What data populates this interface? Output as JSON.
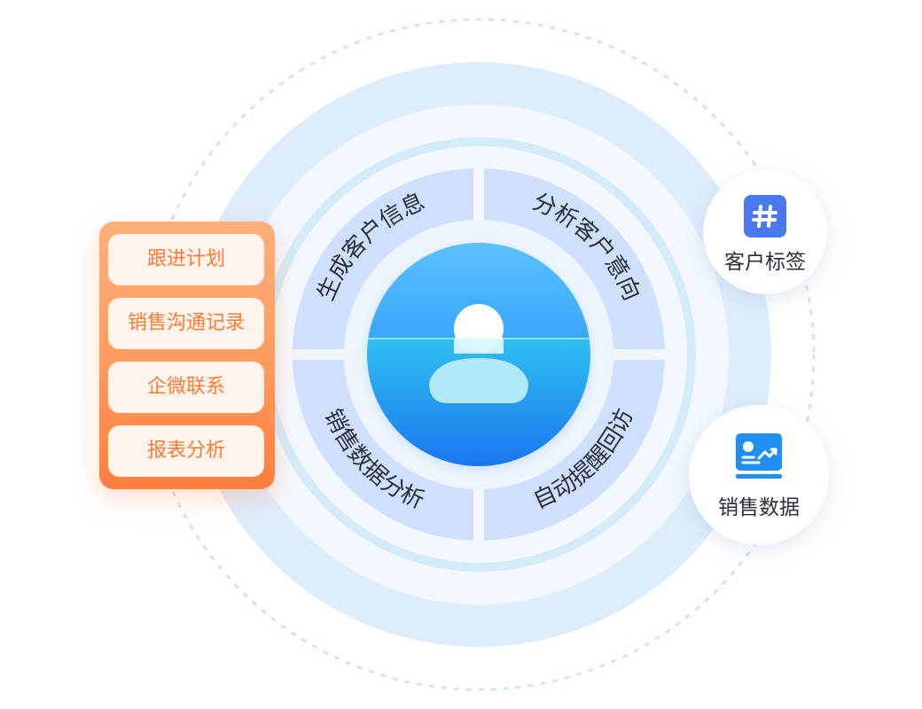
{
  "segments": [
    {
      "label": "生成客户信息"
    },
    {
      "label": "分析客户意向"
    },
    {
      "label": "自动提醒回访"
    },
    {
      "label": "销售数据分析"
    }
  ],
  "side_panel": {
    "items": [
      {
        "label": "跟进计划"
      },
      {
        "label": "销售沟通记录"
      },
      {
        "label": "企微联系"
      },
      {
        "label": "报表分析"
      }
    ]
  },
  "bubbles": {
    "tags": {
      "label": "客户标签",
      "icon": "hashtag-icon"
    },
    "sales": {
      "label": "销售数据",
      "icon": "sales-chart-icon"
    }
  },
  "colors": {
    "orange_accent": "#ff7a35",
    "segment_fill": "#cfe0ff",
    "avatar_blue": "#1a86f5",
    "ring_blue": "#d9ebfb"
  }
}
